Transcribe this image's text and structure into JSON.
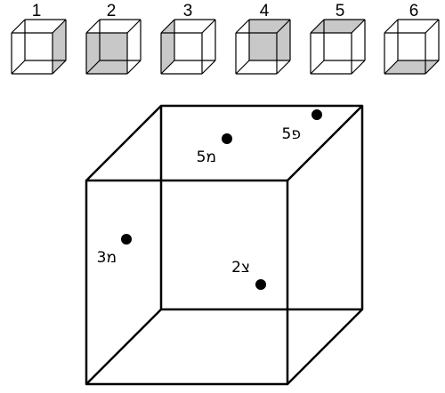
{
  "options": [
    {
      "number": "1",
      "shaded_face": "right"
    },
    {
      "number": "2",
      "shaded_face": "front"
    },
    {
      "number": "3",
      "shaded_face": "left"
    },
    {
      "number": "4",
      "shaded_face": "back"
    },
    {
      "number": "5",
      "shaded_face": "top"
    },
    {
      "number": "6",
      "shaded_face": "bottom"
    }
  ],
  "points": [
    {
      "label": "פ5"
    },
    {
      "label": "מ5"
    },
    {
      "label": "מ3"
    },
    {
      "label": "צ2"
    }
  ],
  "colors": {
    "line": "#000000",
    "shade": "#c8c8c8",
    "background": "#ffffff"
  }
}
